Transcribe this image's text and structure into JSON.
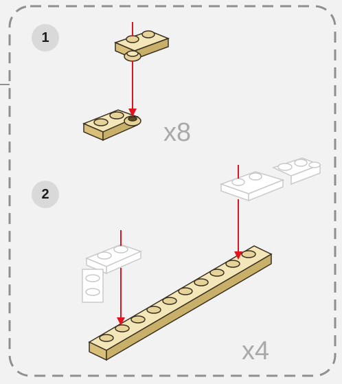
{
  "steps": [
    {
      "number": "1",
      "multiplier": "x8"
    },
    {
      "number": "2",
      "multiplier": "x4"
    }
  ],
  "colors": {
    "background": "#f2f2f2",
    "frame_dash": "#8f8f8f",
    "brick_tan": "#e6d39a",
    "brick_tan_top": "#f3e6b8",
    "brick_tan_side": "#c9b06a",
    "brick_outline": "#3a3020",
    "ghost_outline": "#c9c9c9",
    "arrow_red": "#e0141e",
    "badge_fill": "#d9d9d9",
    "multiplier_text": "#a9a9a9"
  }
}
